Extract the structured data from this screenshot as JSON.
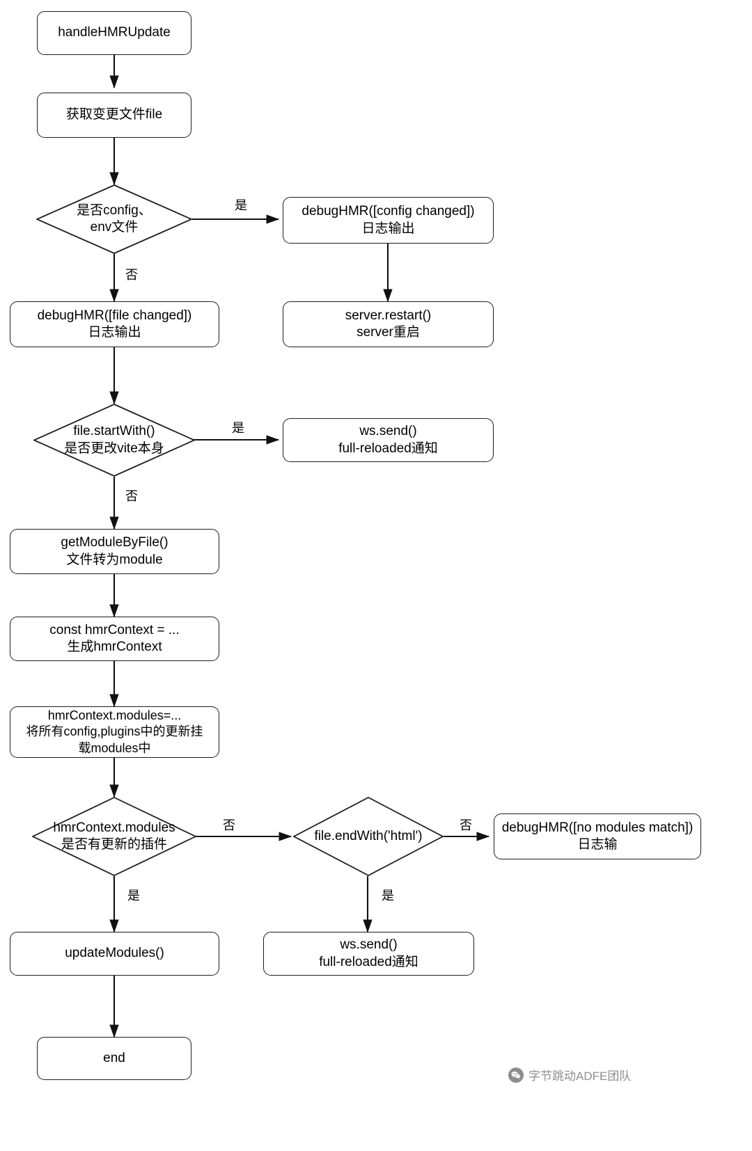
{
  "diagram": {
    "title": "handleHMRUpdate flowchart",
    "stroke_color": "#1d1d1d",
    "background_color": "#ffffff",
    "nodes": [
      {
        "id": "start",
        "type": "process",
        "text": "handleHMRUpdate"
      },
      {
        "id": "getfile",
        "type": "process",
        "text": "获取变更文件file"
      },
      {
        "id": "isconfig",
        "type": "decision",
        "text": "是否config、\nenv文件"
      },
      {
        "id": "debugconfig",
        "type": "process",
        "text": "debugHMR([config changed])\n日志输出"
      },
      {
        "id": "restart",
        "type": "process",
        "text": "server.restart()\nserver重启"
      },
      {
        "id": "debugfile",
        "type": "process",
        "text": "debugHMR([file changed])\n日志输出"
      },
      {
        "id": "startwith",
        "type": "decision",
        "text": "file.startWith()\n是否更改vite本身"
      },
      {
        "id": "wssend1",
        "type": "process",
        "text": "ws.send()\nfull-reloaded通知"
      },
      {
        "id": "getmodule",
        "type": "process",
        "text": "getModuleByFile()\n文件转为module"
      },
      {
        "id": "hmrcontext",
        "type": "process",
        "text": "const hmrContext = ...\n生成hmrContext"
      },
      {
        "id": "modules",
        "type": "process",
        "text": "hmrContext.modules=...\n将所有config,plugins中的更新挂\n载modules中"
      },
      {
        "id": "hasplugin",
        "type": "decision",
        "text": "hmrContext.modules\n是否有更新的插件"
      },
      {
        "id": "endswith",
        "type": "decision",
        "text": "file.endWith('html')"
      },
      {
        "id": "nomatch",
        "type": "process",
        "text": "debugHMR([no modules match])\n日志输"
      },
      {
        "id": "updatemod",
        "type": "process",
        "text": "updateModules()"
      },
      {
        "id": "wssend2",
        "type": "process",
        "text": "ws.send()\nfull-reloaded通知"
      },
      {
        "id": "end",
        "type": "process",
        "text": "end"
      }
    ],
    "edge_labels": {
      "isconfig_yes": "是",
      "isconfig_no": "否",
      "startwith_yes": "是",
      "startwith_no": "否",
      "hasplugin_no": "否",
      "hasplugin_yes": "是",
      "endswith_no": "否",
      "endswith_yes": "是"
    }
  },
  "watermark": {
    "text": "字节跳动ADFE团队",
    "icon": "wechat-icon",
    "color": "#8d8d8d"
  }
}
